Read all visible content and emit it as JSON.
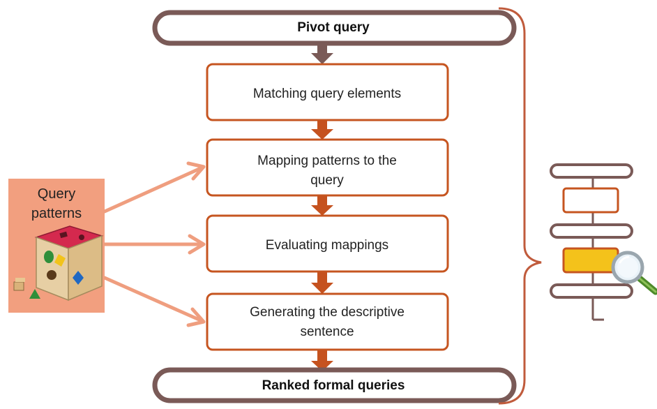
{
  "top": {
    "label": "Pivot query"
  },
  "bottom": {
    "label": "Ranked formal queries"
  },
  "steps": [
    {
      "lines": [
        "Matching query elements"
      ]
    },
    {
      "lines": [
        "Mapping patterns to the",
        "query"
      ]
    },
    {
      "lines": [
        "Evaluating mappings"
      ]
    },
    {
      "lines": [
        "Generating the descriptive",
        "sentence"
      ]
    }
  ],
  "query_patterns": {
    "lines": [
      "Query",
      "patterns"
    ]
  },
  "icons": {
    "shape_sorter": "shape-sorter-toy-icon",
    "magnifier": "magnifying-glass-icon",
    "mini_flowchart": "mini-flowchart-icon"
  },
  "colors": {
    "pill_border": "#7a5a57",
    "step_border": "#c65520",
    "down_arrow": "#c5521f",
    "first_arrow": "#7a5a57",
    "side_arrow": "#ef9e7f",
    "query_patterns_bg": "#f29f7f",
    "brace": "#c05b3c",
    "mini_highlight": "#f4c21b"
  }
}
